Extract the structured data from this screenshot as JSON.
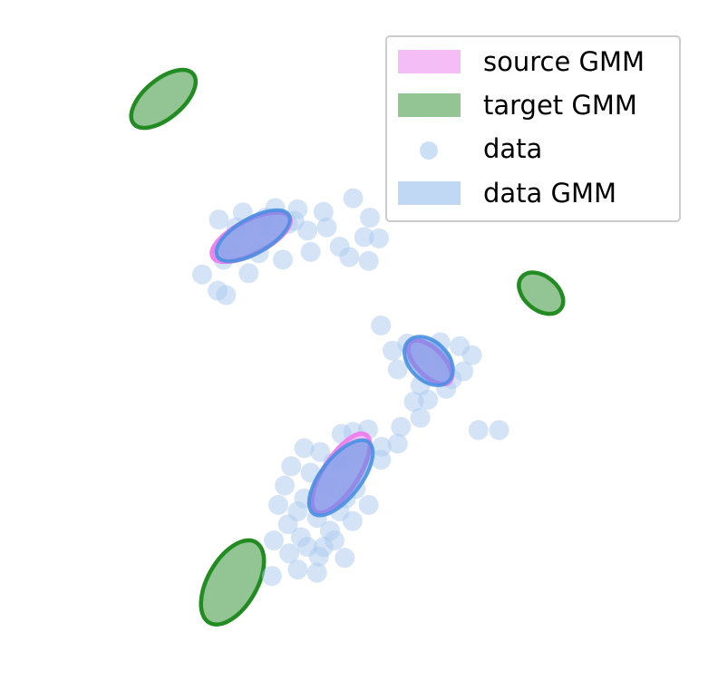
{
  "chart_data": {
    "type": "scatter",
    "title": "",
    "xlabel": "",
    "ylabel": "",
    "grid": false,
    "axes_visible": false,
    "xlim": [
      0,
      10
    ],
    "ylim": [
      0,
      10
    ],
    "legend": {
      "placement": "top-right",
      "entries": [
        {
          "label": "source GMM",
          "kind": "patch"
        },
        {
          "label": "target GMM",
          "kind": "patch"
        },
        {
          "label": "data",
          "kind": "marker"
        },
        {
          "label": "data GMM",
          "kind": "patch"
        }
      ]
    },
    "colors": {
      "source_fill": "#f5bdf5",
      "source_edge": "#ee82ee",
      "target_fill": "#93c493",
      "target_edge": "#228b22",
      "data_point": "#a9c9ee",
      "data_gmm_fill": "#4a90e2",
      "data_gmm_edge": "#4a90e2",
      "data_gmm_legend": "#c0d8f4"
    },
    "source_gmm": [
      {
        "cx": 3.33,
        "cy": 6.75,
        "rx": 0.67,
        "ry": 0.26,
        "angle": -27
      },
      {
        "cx": 6.1,
        "cy": 4.81,
        "rx": 0.43,
        "ry": 0.21,
        "angle": 45
      },
      {
        "cx": 4.72,
        "cy": 3.09,
        "rx": 0.71,
        "ry": 0.27,
        "angle": -57
      }
    ],
    "target_gmm": [
      {
        "cx": 1.97,
        "cy": 8.89,
        "rx": 0.6,
        "ry": 0.3,
        "angle": -40
      },
      {
        "cx": 7.82,
        "cy": 5.88,
        "rx": 0.39,
        "ry": 0.26,
        "angle": 40
      },
      {
        "cx": 3.04,
        "cy": 1.4,
        "rx": 0.72,
        "ry": 0.38,
        "angle": -60
      }
    ],
    "data_gmm": [
      {
        "cx": 3.36,
        "cy": 6.77,
        "rx": 0.64,
        "ry": 0.27,
        "angle": -30
      },
      {
        "cx": 6.08,
        "cy": 4.83,
        "rx": 0.44,
        "ry": 0.3,
        "angle": 45
      },
      {
        "cx": 4.72,
        "cy": 3.02,
        "rx": 0.7,
        "ry": 0.31,
        "angle": -52
      }
    ],
    "data_points": [
      [
        4.91,
        7.35
      ],
      [
        4.45,
        7.14
      ],
      [
        5.17,
        7.05
      ],
      [
        3.7,
        7.2
      ],
      [
        4.05,
        7.18
      ],
      [
        3.2,
        7.13
      ],
      [
        2.83,
        7.02
      ],
      [
        5.08,
        6.75
      ],
      [
        5.31,
        6.73
      ],
      [
        5.15,
        6.38
      ],
      [
        4.85,
        6.44
      ],
      [
        4.25,
        6.52
      ],
      [
        3.82,
        6.4
      ],
      [
        3.29,
        6.19
      ],
      [
        2.57,
        6.17
      ],
      [
        2.81,
        5.92
      ],
      [
        2.94,
        5.85
      ],
      [
        3.6,
        6.9
      ],
      [
        3.0,
        6.55
      ],
      [
        3.9,
        6.95
      ],
      [
        4.5,
        6.9
      ],
      [
        3.45,
        6.5
      ],
      [
        4.2,
        6.85
      ],
      [
        2.9,
        6.4
      ],
      [
        4.7,
        6.6
      ],
      [
        3.1,
        6.9
      ],
      [
        4.0,
        7.0
      ],
      [
        3.55,
        7.05
      ],
      [
        5.34,
        5.38
      ],
      [
        5.52,
        4.99
      ],
      [
        6.26,
        5.12
      ],
      [
        6.56,
        5.06
      ],
      [
        6.75,
        4.92
      ],
      [
        5.6,
        4.7
      ],
      [
        5.95,
        4.45
      ],
      [
        6.44,
        4.55
      ],
      [
        6.62,
        4.67
      ],
      [
        6.07,
        4.23
      ],
      [
        5.85,
        4.2
      ],
      [
        5.75,
        5.1
      ],
      [
        6.3,
        4.85
      ],
      [
        5.9,
        4.9
      ],
      [
        6.35,
        4.4
      ],
      [
        5.95,
        3.95
      ],
      [
        5.65,
        3.81
      ],
      [
        6.85,
        3.76
      ],
      [
        7.17,
        3.76
      ],
      [
        5.14,
        3.77
      ],
      [
        4.73,
        3.7
      ],
      [
        4.91,
        3.73
      ],
      [
        5.35,
        3.5
      ],
      [
        5.6,
        3.55
      ],
      [
        4.4,
        3.42
      ],
      [
        4.15,
        3.48
      ],
      [
        4.75,
        3.3
      ],
      [
        5.0,
        3.4
      ],
      [
        5.34,
        3.3
      ],
      [
        3.95,
        3.2
      ],
      [
        4.25,
        3.1
      ],
      [
        4.6,
        3.25
      ],
      [
        3.85,
        2.9
      ],
      [
        4.15,
        2.7
      ],
      [
        4.5,
        2.9
      ],
      [
        4.95,
        2.85
      ],
      [
        5.15,
        2.6
      ],
      [
        4.05,
        2.5
      ],
      [
        4.35,
        2.4
      ],
      [
        4.7,
        2.5
      ],
      [
        4.9,
        2.35
      ],
      [
        3.9,
        2.3
      ],
      [
        4.55,
        2.2
      ],
      [
        4.1,
        2.1
      ],
      [
        4.45,
        1.95
      ],
      [
        3.68,
        2.05
      ],
      [
        3.92,
        1.85
      ],
      [
        4.2,
        1.95
      ],
      [
        4.38,
        1.8
      ],
      [
        4.78,
        1.78
      ],
      [
        4.05,
        1.6
      ],
      [
        4.35,
        1.55
      ],
      [
        3.65,
        1.5
      ],
      [
        4.62,
        2.05
      ],
      [
        4.8,
        2.7
      ],
      [
        3.75,
        2.6
      ]
    ]
  }
}
